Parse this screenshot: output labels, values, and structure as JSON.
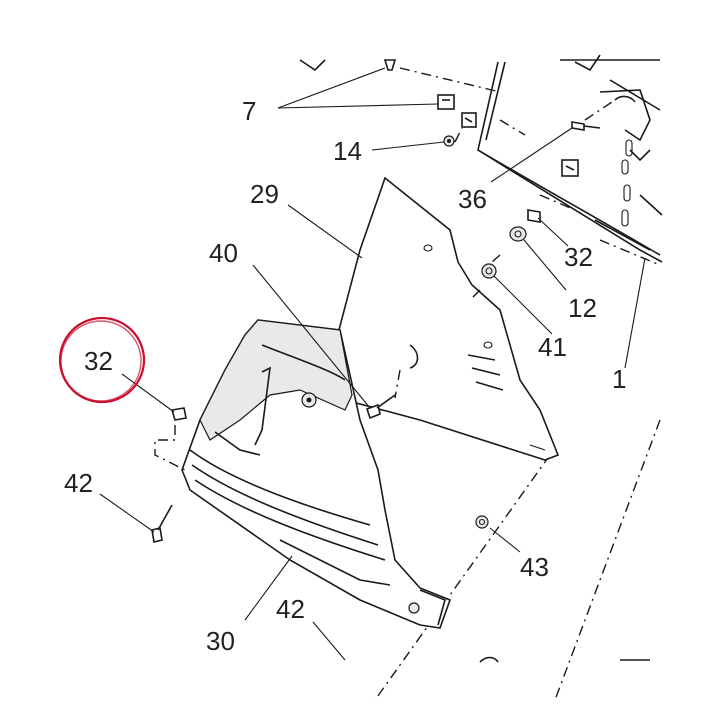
{
  "diagram": {
    "callouts": {
      "c1": "1",
      "c7": "7",
      "c12": "12",
      "c14": "14",
      "c29": "29",
      "c30": "30",
      "c32a": "32",
      "c32b": "32",
      "c36": "36",
      "c40": "40",
      "c41": "41",
      "c42a": "42",
      "c42b": "42",
      "c43": "43"
    },
    "highlight_color": "#c8102e",
    "highlighted_callout": "32"
  }
}
